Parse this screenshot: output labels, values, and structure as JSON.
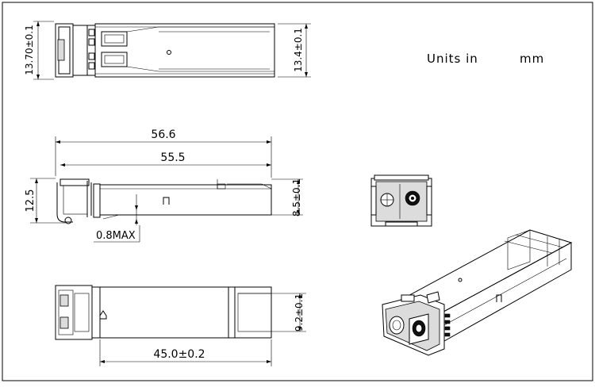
{
  "drawing": {
    "units_label": "Units in",
    "units_value": "mm",
    "dimensions": {
      "top_height_left": "13.70±0.1",
      "top_height_right": "13.4±0.1",
      "overall_length": "56.6",
      "body_length": "55.5",
      "side_height": "12.5",
      "side_body_height": "8.5±0.1",
      "latch_max": "0.8MAX",
      "bottom_width": "9.2±0.1",
      "bottom_length": "45.0±0.2"
    }
  }
}
